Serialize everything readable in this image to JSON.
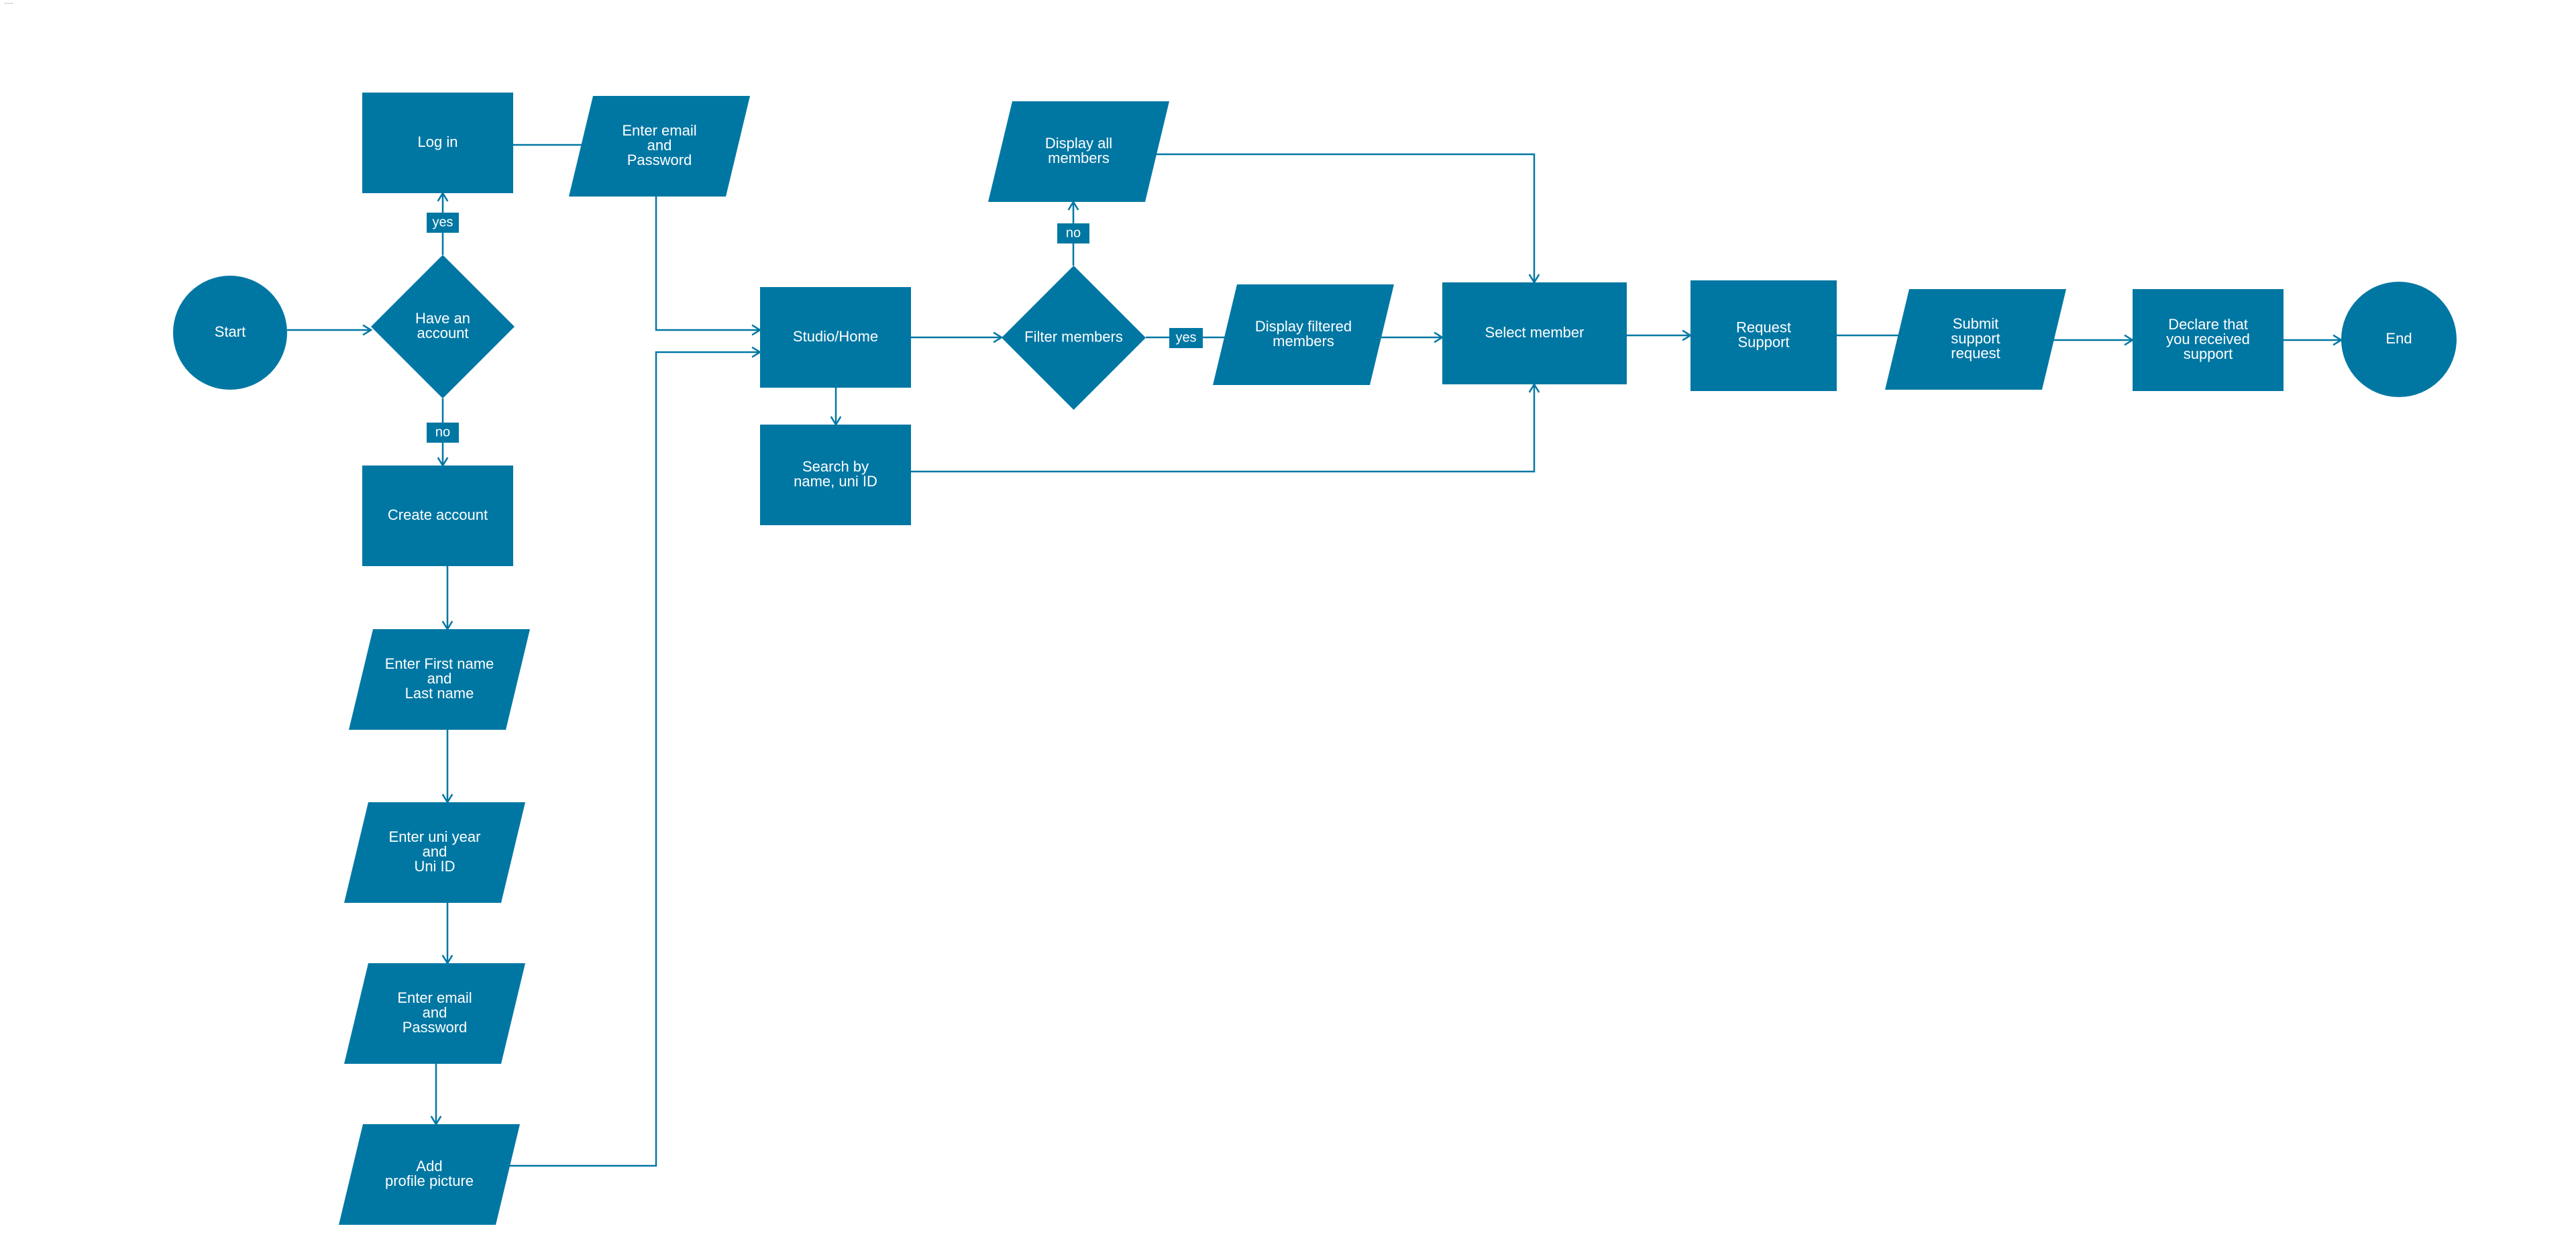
{
  "colors": {
    "node": "#0077a3",
    "edge": "#0077a3",
    "text": "#ffffff",
    "background": "#ffffff"
  },
  "nodes": {
    "start": {
      "shape": "ellipse",
      "lines": [
        "Start"
      ]
    },
    "have_account": {
      "shape": "diamond",
      "lines": [
        "Have an",
        "account"
      ]
    },
    "log_in": {
      "shape": "rect",
      "lines": [
        "Log in"
      ]
    },
    "enter_email_password_login": {
      "shape": "parallelogram",
      "lines": [
        "Enter email",
        "and",
        "Password"
      ]
    },
    "create_account": {
      "shape": "rect",
      "lines": [
        "Create account"
      ]
    },
    "enter_name": {
      "shape": "parallelogram",
      "lines": [
        "Enter First name",
        "and",
        "Last name"
      ]
    },
    "enter_uni": {
      "shape": "parallelogram",
      "lines": [
        "Enter uni year",
        "and",
        "Uni ID"
      ]
    },
    "enter_email_password_signup": {
      "shape": "parallelogram",
      "lines": [
        "Enter email",
        "and",
        "Password"
      ]
    },
    "add_profile_picture": {
      "shape": "parallelogram",
      "lines": [
        "Add",
        "profile picture"
      ]
    },
    "studio_home": {
      "shape": "rect",
      "lines": [
        "Studio/Home"
      ]
    },
    "search": {
      "shape": "rect",
      "lines": [
        "Search by",
        "name, uni ID"
      ]
    },
    "filter_members": {
      "shape": "diamond",
      "lines": [
        "Filter members"
      ]
    },
    "display_all": {
      "shape": "parallelogram",
      "lines": [
        "Display all",
        "members"
      ]
    },
    "display_filtered": {
      "shape": "parallelogram",
      "lines": [
        "Display filtered",
        "members"
      ]
    },
    "select_member": {
      "shape": "rect",
      "lines": [
        "Select member"
      ]
    },
    "request_support": {
      "shape": "rect",
      "lines": [
        "Request",
        "Support"
      ]
    },
    "submit_request": {
      "shape": "parallelogram",
      "lines": [
        "Submit",
        "support",
        "request"
      ]
    },
    "declare_support": {
      "shape": "rect",
      "lines": [
        "Declare that",
        "you received",
        "support"
      ]
    },
    "end": {
      "shape": "ellipse",
      "lines": [
        "End"
      ]
    }
  },
  "edges": [
    {
      "from": "start",
      "to": "have_account",
      "label": ""
    },
    {
      "from": "have_account",
      "to": "log_in",
      "label": "yes"
    },
    {
      "from": "have_account",
      "to": "create_account",
      "label": "no"
    },
    {
      "from": "log_in",
      "to": "enter_email_password_login",
      "label": ""
    },
    {
      "from": "enter_email_password_login",
      "to": "studio_home",
      "label": ""
    },
    {
      "from": "create_account",
      "to": "enter_name",
      "label": ""
    },
    {
      "from": "enter_name",
      "to": "enter_uni",
      "label": ""
    },
    {
      "from": "enter_uni",
      "to": "enter_email_password_signup",
      "label": ""
    },
    {
      "from": "enter_email_password_signup",
      "to": "add_profile_picture",
      "label": ""
    },
    {
      "from": "add_profile_picture",
      "to": "studio_home",
      "label": ""
    },
    {
      "from": "studio_home",
      "to": "filter_members",
      "label": ""
    },
    {
      "from": "studio_home",
      "to": "search",
      "label": ""
    },
    {
      "from": "filter_members",
      "to": "display_all",
      "label": "no"
    },
    {
      "from": "filter_members",
      "to": "display_filtered",
      "label": "yes"
    },
    {
      "from": "display_all",
      "to": "select_member",
      "label": ""
    },
    {
      "from": "display_filtered",
      "to": "select_member",
      "label": ""
    },
    {
      "from": "search",
      "to": "select_member",
      "label": ""
    },
    {
      "from": "select_member",
      "to": "request_support",
      "label": ""
    },
    {
      "from": "request_support",
      "to": "submit_request",
      "label": ""
    },
    {
      "from": "submit_request",
      "to": "declare_support",
      "label": ""
    },
    {
      "from": "declare_support",
      "to": "end",
      "label": ""
    }
  ]
}
